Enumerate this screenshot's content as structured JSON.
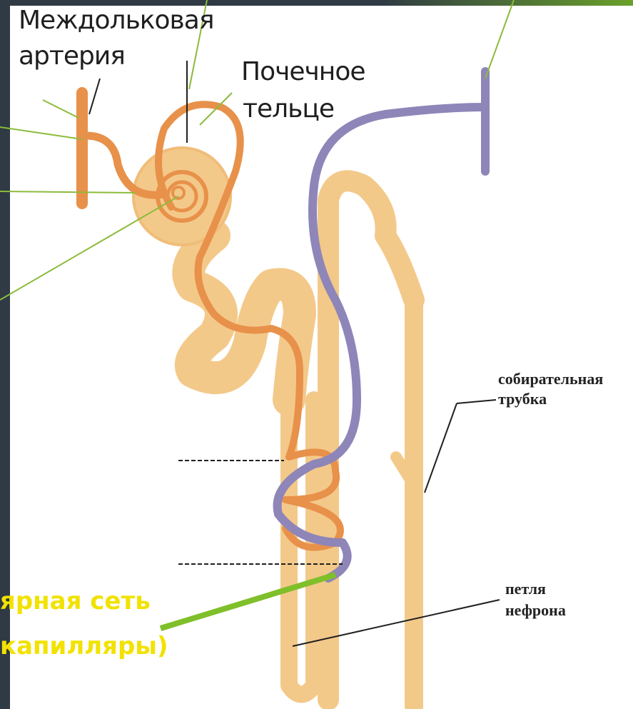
{
  "labels": {
    "interlobular_artery_line1": "Междольковая",
    "interlobular_artery_line2": "артерия",
    "renal_corpuscle_line1": "Почечное",
    "renal_corpuscle_line2": "тельце",
    "collecting_duct_line1": "собирательная",
    "collecting_duct_line2": "трубка",
    "nephron_loop_line1": "петля",
    "nephron_loop_line2": "нефрона",
    "capillary_net_line1": "ярная сеть",
    "capillary_net_line2": "капилляры)"
  },
  "colors": {
    "tubule": "#f3c98a",
    "tubule_edge": "#e5ad63",
    "artery": "#e8914a",
    "vein": "#8e86b8",
    "pointer": "#8dbb3c",
    "highlight_pointer": "#7fbf2a",
    "text_yellow": "#f2e200",
    "sidebar": "#2f3a44"
  }
}
